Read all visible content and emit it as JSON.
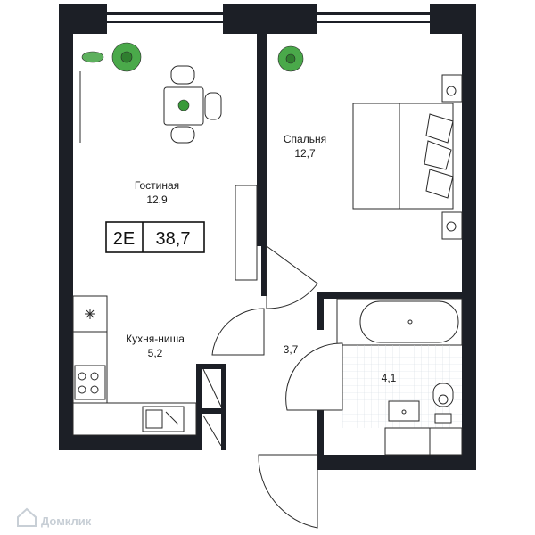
{
  "plan": {
    "rooms": [
      {
        "id": "living",
        "name": "Гостиная",
        "area": "12,9"
      },
      {
        "id": "bedroom",
        "name": "Спальня",
        "area": "12,7"
      },
      {
        "id": "kitchen",
        "name": "Кухня-ниша",
        "area": "5,2"
      },
      {
        "id": "hall",
        "name": "",
        "area": "3,7"
      },
      {
        "id": "bath",
        "name": "",
        "area": "4,1"
      }
    ],
    "badge": {
      "type": "2E",
      "total": "38,7"
    },
    "watermark": "Домклик",
    "colors": {
      "wall": "#1c1f26",
      "line": "#2a2a2a",
      "plant": "#3a9a3a",
      "tile": "#cfd6dd"
    }
  }
}
